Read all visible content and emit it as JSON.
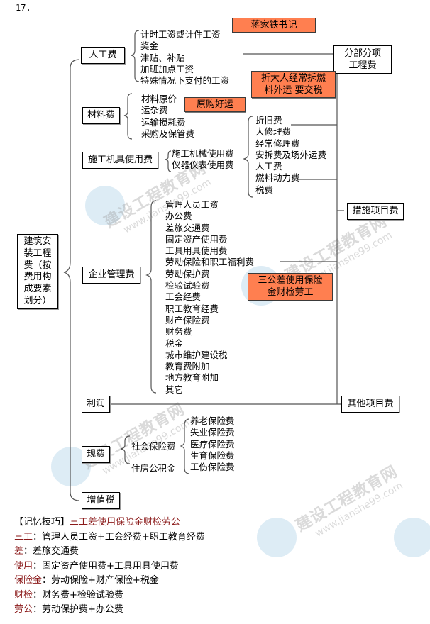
{
  "question_number": "17.",
  "root": {
    "label": "建筑安装工程费（按费用构成要素划分）",
    "lines": [
      "建筑安",
      "装工程",
      "费（按",
      "费用构",
      "成要素",
      "划分）"
    ]
  },
  "categories": {
    "labor": {
      "label": "人工费",
      "items": [
        "计时工资或计件工资",
        "奖金",
        "津贴、补贴",
        "加班加点工资",
        "特殊情况下支付的工资"
      ]
    },
    "material": {
      "label": "材料费",
      "items": [
        "材料原价",
        "运杂费",
        "运输损耗费",
        "采购及保管费"
      ]
    },
    "machinery": {
      "label": "施工机具使用费",
      "items": [
        "施工机械使用费",
        "仪器仪表使用费"
      ],
      "sub_items": [
        "折旧费",
        "大修理费",
        "经常修理费",
        "安拆费及场外运费",
        "人工费",
        "燃料动力费",
        "税费"
      ]
    },
    "management": {
      "label": "企业管理费",
      "items": [
        "管理人员工资",
        "办公费",
        "差旅交通费",
        "固定资产使用费",
        "工具用具使用费",
        "劳动保险和职工福利费",
        "劳动保护费",
        "检验试验费",
        "工会经费",
        "职工教育经费",
        "财产保险费",
        "财务费",
        "税金",
        "城市维护建设税",
        "教育费附加",
        "地方教育附加",
        "其它"
      ]
    },
    "profit": {
      "label": "利润"
    },
    "fees": {
      "label": "规费",
      "items": [
        "社会保险费",
        "住房公积金"
      ],
      "social_insurance": [
        "养老保险费",
        "失业保险费",
        "医疗保险费",
        "生育保险费",
        "工伤保险费"
      ]
    },
    "vat": {
      "label": "增值税"
    }
  },
  "mnemonics": {
    "labor": "蒋家铁书记",
    "machinery": "折大人经常拆燃料外运 要交税",
    "machinery_lines": [
      "折大人经常拆燃",
      "料外运 要交税"
    ],
    "material": "原购好运",
    "management": "三公差使用保险金财检劳工",
    "management_lines": [
      "三公差使用保险",
      "金财检劳工"
    ]
  },
  "targets": {
    "sub_project": {
      "label": "分部分项工程费",
      "lines": [
        "分部分项",
        "工程费"
      ]
    },
    "measures": {
      "label": "措施项目费"
    },
    "other": {
      "label": "其他项目费"
    }
  },
  "watermark": {
    "cn": "建设工程教育网",
    "url": "www.jianshe99.com"
  },
  "memory_tip": {
    "title_prefix": "【记忆技巧】",
    "title": "三工差使用保险金财检劳公",
    "rows": [
      {
        "key": "三工",
        "sep": "：",
        "value": "管理人员工资+工会经费+职工教育经费"
      },
      {
        "key": "差",
        "sep": "：",
        "value": "差旅交通费"
      },
      {
        "key": "使用",
        "sep": "：",
        "value": "固定资产使用费+工具用具使用费"
      },
      {
        "key": "保险金",
        "sep": "：",
        "value": "劳动保险+财产保险+税金"
      },
      {
        "key": "财检",
        "sep": "：",
        "value": "财务费+检验试验费"
      },
      {
        "key": "劳公",
        "sep": "：",
        "value": "劳动保护费+办公费"
      }
    ]
  },
  "colors": {
    "highlight": "#ff7f50",
    "mnemonic_text": "#8b1a1a",
    "line": "#555555"
  }
}
